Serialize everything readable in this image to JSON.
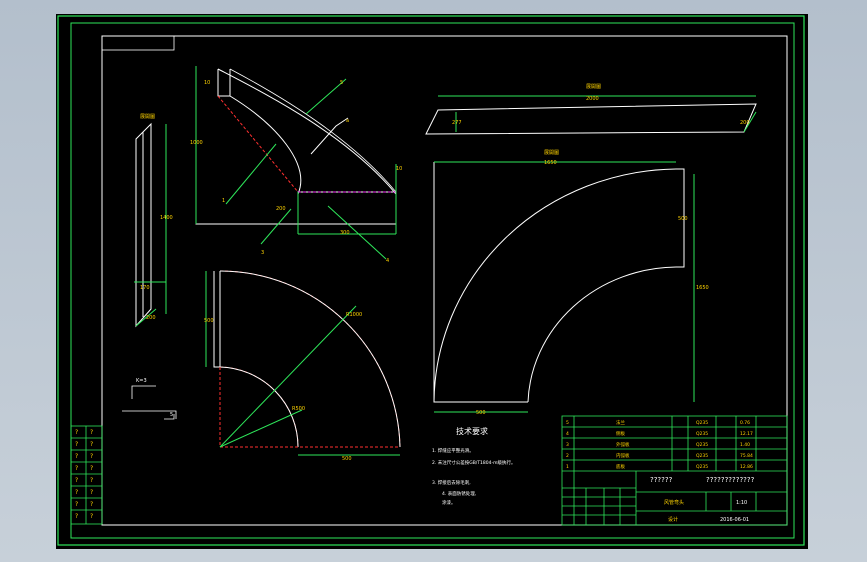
{
  "requirements": {
    "title": "技术要求",
    "line1": "1. 焊缝应平整光滑。",
    "line2": "2. 未注尺寸公差按GB/T1804-m级执行。",
    "line3": "3. 焊接后去除毛刺,",
    "line4": "4. 表面防锈处理,",
    "line5": "涂漆。"
  },
  "parts": [
    {
      "no": "5",
      "name": "法兰",
      "material": "Q235",
      "weight": "0.76"
    },
    {
      "no": "4",
      "name": "侧板",
      "material": "Q235",
      "weight": "12.17"
    },
    {
      "no": "3",
      "name": "外弧板",
      "material": "Q235",
      "weight": "1.40"
    },
    {
      "no": "2",
      "name": "内弧板",
      "material": "Q235",
      "weight": "75.84"
    },
    {
      "no": "1",
      "name": "底板",
      "material": "Q235",
      "weight": "12.86"
    }
  ],
  "title_block": {
    "drawing_no": "??????",
    "name": "?????????????",
    "part_name": "风管弯头",
    "company": "设计",
    "date": "2016-06-01",
    "scale": "1:10"
  }
}
